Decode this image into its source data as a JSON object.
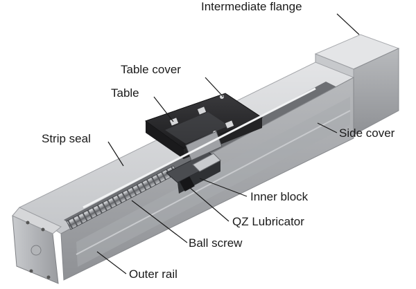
{
  "labels": {
    "intermediate_flange": "Intermediate flange",
    "table_cover": "Table cover",
    "table": "Table",
    "strip_seal": "Strip seal",
    "side_cover": "Side cover",
    "inner_block": "Inner block",
    "qz_lubricator": "QZ Lubricator",
    "ball_screw": "Ball screw",
    "outer_rail": "Outer rail"
  },
  "colors": {
    "aluminum_light": "#d9dadc",
    "aluminum_mid": "#b9bbbe",
    "aluminum_dark": "#8e9094",
    "table_black": "#2a2a2c",
    "leader_line": "#1a1a1a"
  }
}
